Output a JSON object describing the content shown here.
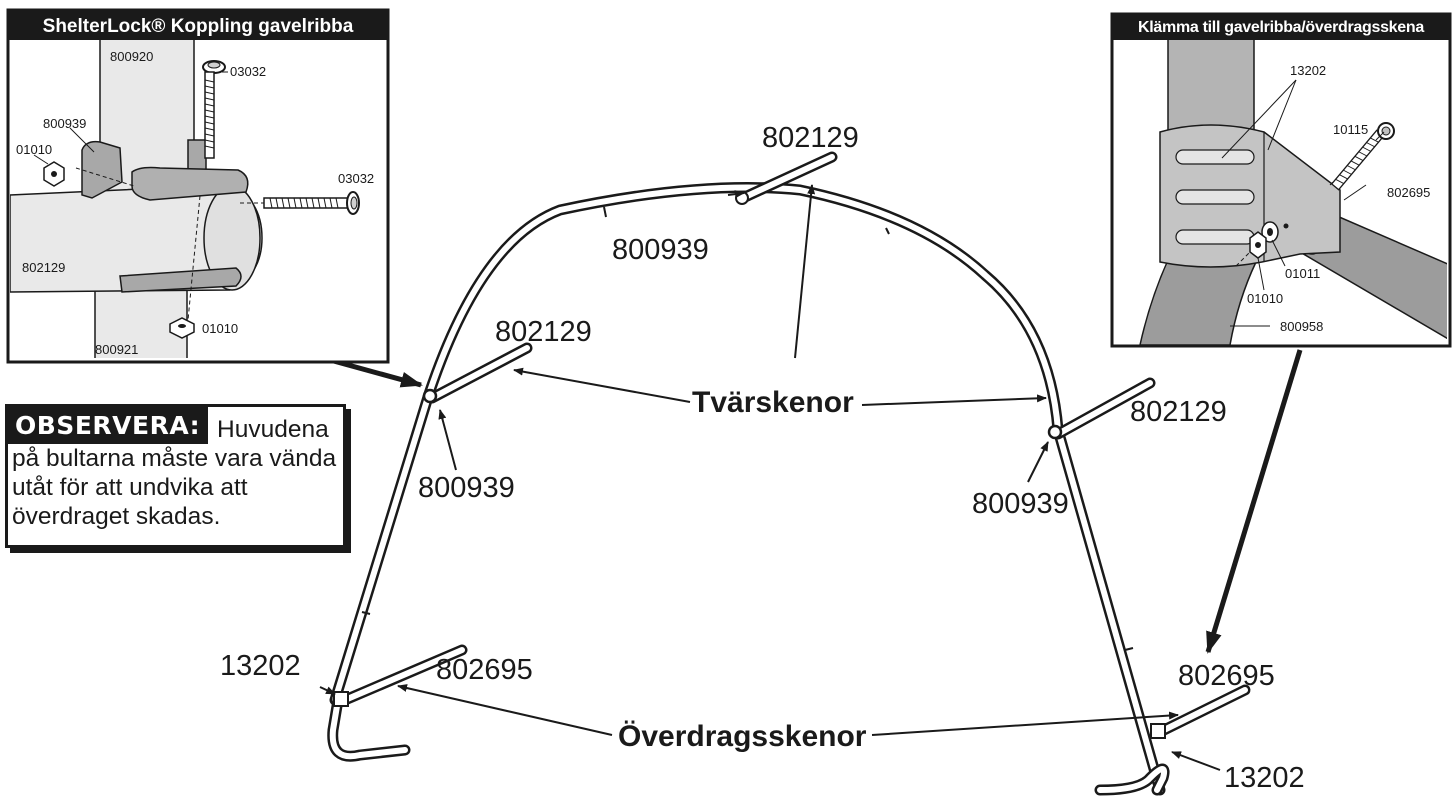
{
  "left_panel": {
    "title": "ShelterLock® Koppling gavelribba",
    "labels": {
      "top_upright": "800920",
      "bolt_top": "03032",
      "bracket": "800939",
      "nut_left": "01010",
      "bolt_right": "03032",
      "crossbar": "802129",
      "nut_bottom": "01010",
      "bottom_upright": "800921"
    }
  },
  "right_panel": {
    "title": "Klämma till gavelribba/överdragsskena",
    "labels": {
      "clamp": "13202",
      "bolt": "10115",
      "rail": "802695",
      "washer": "01011",
      "nut": "01010",
      "tube": "800958"
    }
  },
  "note": {
    "heading": "OBSERVERA:",
    "text_first": "Huvudena",
    "text_rest": "på bultarna måste vara vända utåt för att undvika att överdraget skadas."
  },
  "main": {
    "crossbar_top": "802129",
    "crossbar_left": "802129",
    "crossbar_right": "802129",
    "bracket_top": "800939",
    "bracket_left": "800939",
    "bracket_right": "800939",
    "group_crossbars": "Tvärskenor",
    "group_rails": "Överdragsskenor",
    "rail_left": "802695",
    "rail_right": "802695",
    "clamp_left": "13202",
    "clamp_right": "13202"
  },
  "colors": {
    "ink": "#1a1a1a",
    "tube_fill": "#e6e6e6",
    "part_gray": "#b8b8b8",
    "dark_gray": "#9a9a9a"
  }
}
